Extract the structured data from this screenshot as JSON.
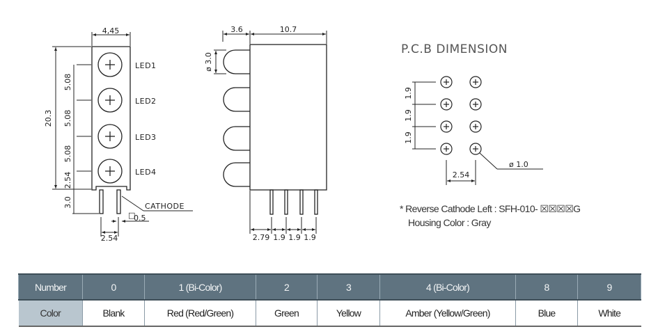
{
  "drawing": {
    "front_view": {
      "width_dim": "4,45",
      "height_dim": "20.3",
      "pitch_dims": [
        "5.08",
        "5.08",
        "5.08"
      ],
      "bottom_offset_dim": "2.54",
      "pin_length_dim": "3.0",
      "pin_spacing_dim": "2.54",
      "pin_width_dim": "0.5",
      "pin_width_prefix": "□",
      "cathode_label": "CATHODE",
      "led_labels": [
        "LED1",
        "LED2",
        "LED3",
        "LED4"
      ]
    },
    "side_view": {
      "lens_protrusion_dim": "3.6",
      "body_depth_dim": "10.7",
      "lens_diameter_dim": "ø 3.0",
      "pin_offsets": [
        "2.79",
        "1.9",
        "1.9",
        "1.9"
      ]
    },
    "pcb": {
      "title": "P.C.B DIMENSION",
      "vertical_pitch": [
        "1.9",
        "1.9",
        "1.9"
      ],
      "horizontal_pitch": "2.54",
      "hole_diameter": "ø 1.0"
    }
  },
  "notes": {
    "line1": "* Reverse Cathode Left : SFH-010- ☒☒☒☒G",
    "line2": "Housing Color : Gray"
  },
  "table": {
    "header_label": "Number",
    "row_label": "Color",
    "columns": [
      {
        "number": "0",
        "color": "Blank"
      },
      {
        "number": "1 (Bi-Color)",
        "color": "Red (Red/Green)"
      },
      {
        "number": "2",
        "color": "Green"
      },
      {
        "number": "3",
        "color": "Yellow"
      },
      {
        "number": "4 (Bi-Color)",
        "color": "Amber (Yellow/Green)"
      },
      {
        "number": "8",
        "color": "Blue"
      },
      {
        "number": "9",
        "color": "White"
      }
    ]
  },
  "colors": {
    "header_bg": "#5f7380",
    "rowhead_bg": "#b9c6cf",
    "line": "#222222"
  }
}
